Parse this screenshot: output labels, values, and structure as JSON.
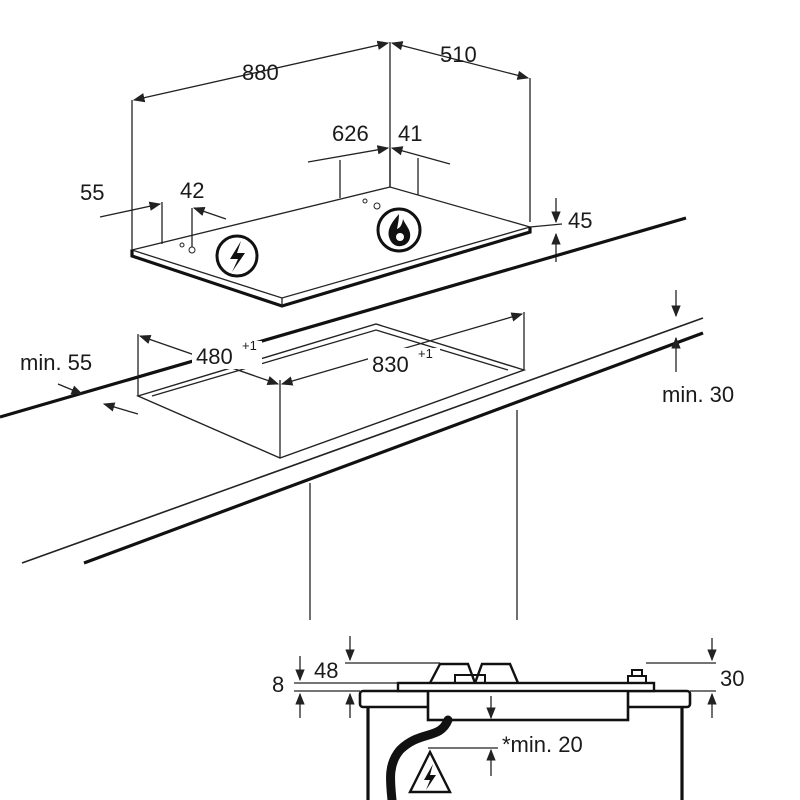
{
  "top_view": {
    "width": "880",
    "depth": "510",
    "left_margin": "55",
    "left_offset": "42",
    "control_offset": "626",
    "control_gap": "41",
    "height": "45"
  },
  "cutout": {
    "depth": "480",
    "depth_tolerance": "+1",
    "width": "830",
    "width_tolerance": "+1",
    "min_edge": "min. 55",
    "min_worktop": "min. 30"
  },
  "side_view": {
    "left_height": "8",
    "total_height": "48",
    "right_height": "30",
    "min_clearance": "*min. 20"
  },
  "icons": [
    "electric-hazard-icon",
    "gas-flame-icon",
    "electric-warning-triangle-icon"
  ]
}
